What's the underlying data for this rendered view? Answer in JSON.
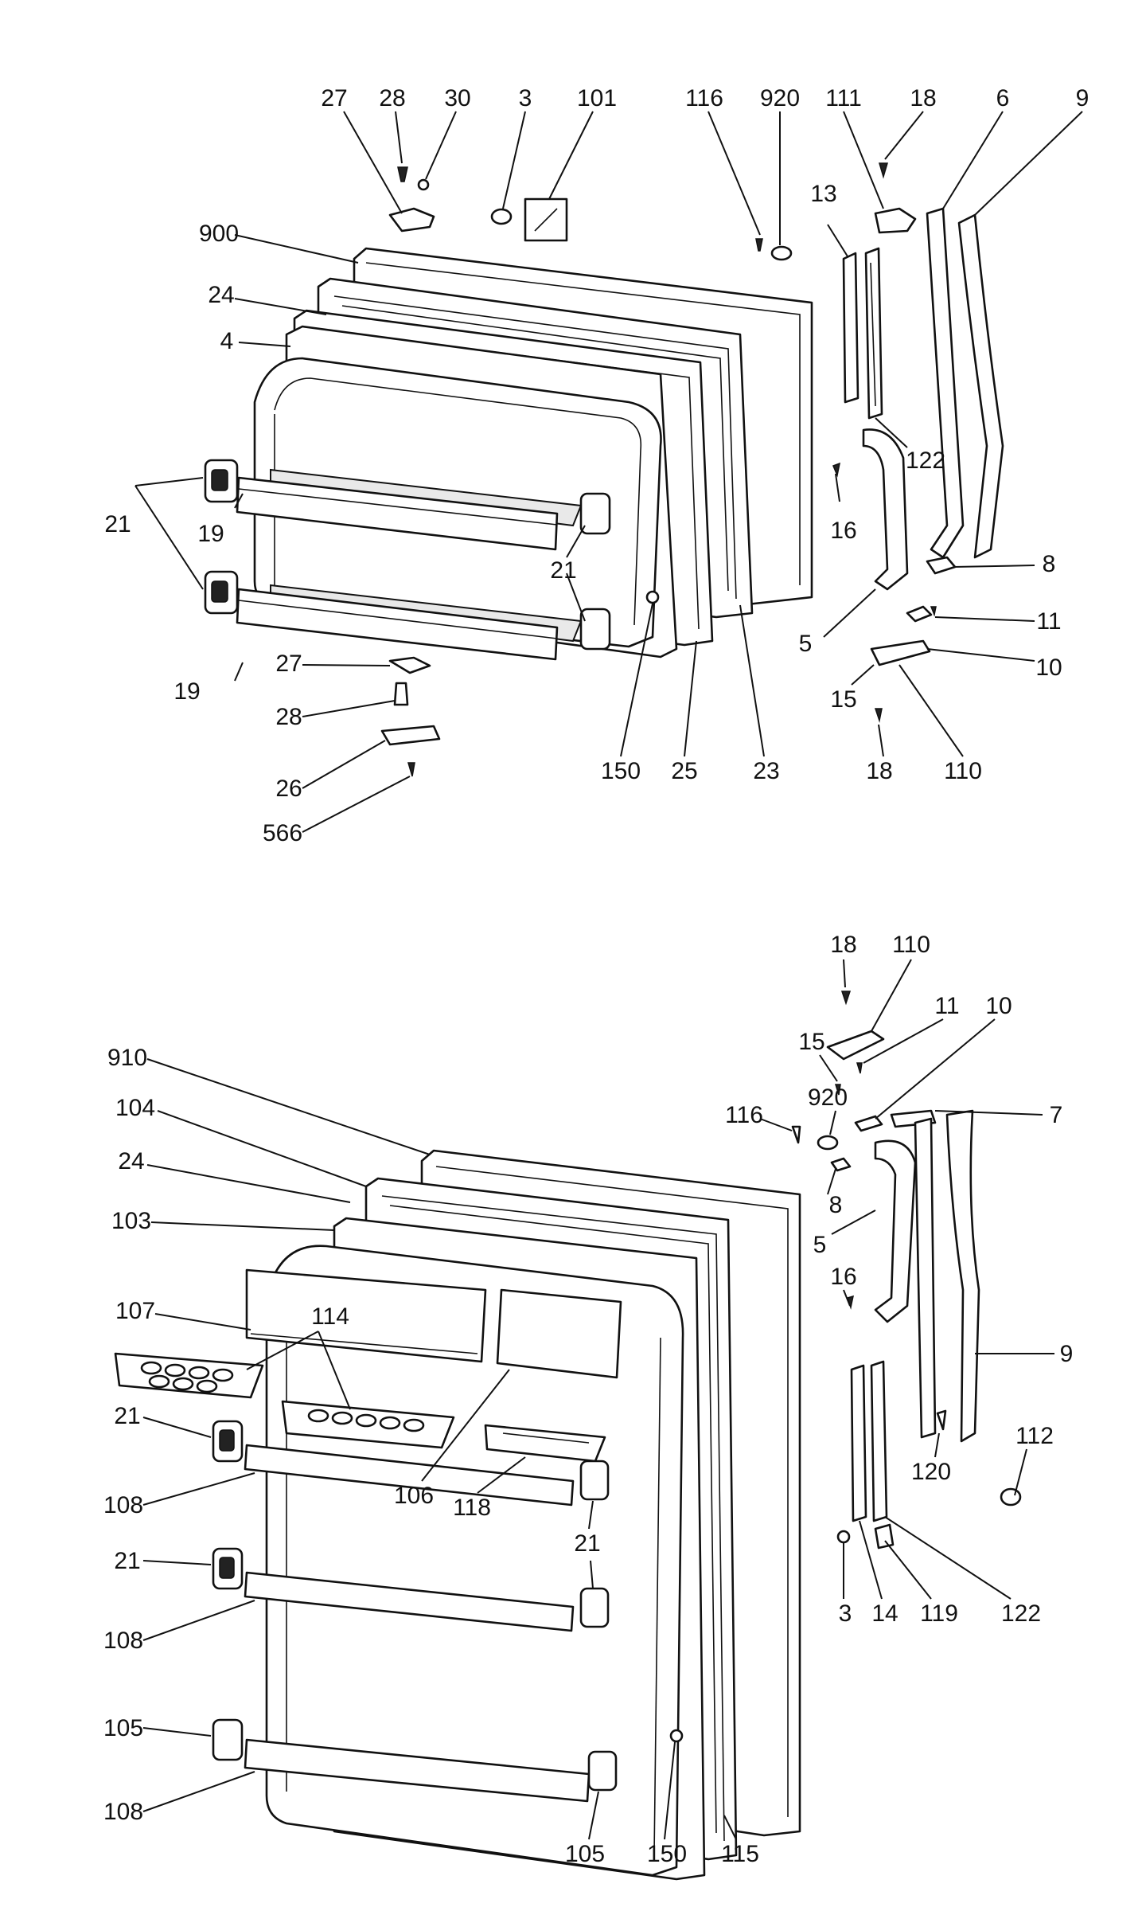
{
  "diagram": {
    "upper_labels": [
      "27",
      "28",
      "30",
      "3",
      "101",
      "116",
      "920",
      "111",
      "18",
      "6",
      "9",
      "900",
      "24",
      "4",
      "13",
      "122",
      "16",
      "21",
      "19",
      "21",
      "8",
      "11",
      "10",
      "5",
      "15",
      "19",
      "27",
      "28",
      "26",
      "566",
      "150",
      "25",
      "23",
      "18",
      "110"
    ],
    "lower_labels": [
      "18",
      "110",
      "11",
      "10",
      "15",
      "920",
      "116",
      "7",
      "910",
      "104",
      "24",
      "103",
      "8",
      "5",
      "16",
      "107",
      "114",
      "9",
      "21",
      "112",
      "120",
      "106",
      "118",
      "108",
      "21",
      "21",
      "3",
      "14",
      "119",
      "122",
      "108",
      "105",
      "108",
      "150",
      "115",
      "105"
    ]
  }
}
